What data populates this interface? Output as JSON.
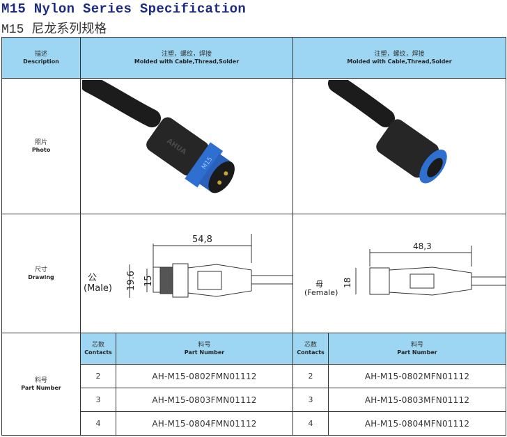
{
  "title": "M15 Nylon Series Specification",
  "subtitle": "M15 尼龙系列规格",
  "header": {
    "description": {
      "zh": "描述",
      "en": "Description"
    },
    "male": {
      "zh": "注塑，螺纹，焊接",
      "en": "Molded with Cable,Thread,Solder"
    },
    "female": {
      "zh": "注塑，螺纹，焊接",
      "en": "Molded with Cable,Thread,Solder"
    }
  },
  "photo_row": {
    "zh": "照片",
    "en": "Photo",
    "male_label": "M15",
    "brand": "AHUA"
  },
  "drawing_row": {
    "zh": "尺寸",
    "en": "Drawing",
    "male": {
      "zh": "公",
      "en": "(Male)",
      "length": "54,8",
      "outer_dia": "19.6",
      "inner_dia": "15"
    },
    "female": {
      "zh": "母",
      "en": "(Female)",
      "length": "48,3",
      "dia": "18"
    }
  },
  "part_row": {
    "zh": "料号",
    "en": "Part Number",
    "contacts_header": {
      "zh": "芯数",
      "en": "Contacts"
    },
    "part_header": {
      "zh": "料号",
      "en": "Part Number"
    },
    "rows": [
      {
        "contacts": "2",
        "male": "AH-M15-0802FMN01112",
        "female": "AH-M15-0802MFN01112"
      },
      {
        "contacts": "3",
        "male": "AH-M15-0803FMN01112",
        "female": "AH-M15-0803MFN01112"
      },
      {
        "contacts": "4",
        "male": "AH-M15-0804FMN01112",
        "female": "AH-M15-0804MFN01112"
      }
    ]
  },
  "colors": {
    "header_bg": "#9dd6f2",
    "title": "#1c2a80",
    "connector_blue": "#2f6fd0"
  }
}
